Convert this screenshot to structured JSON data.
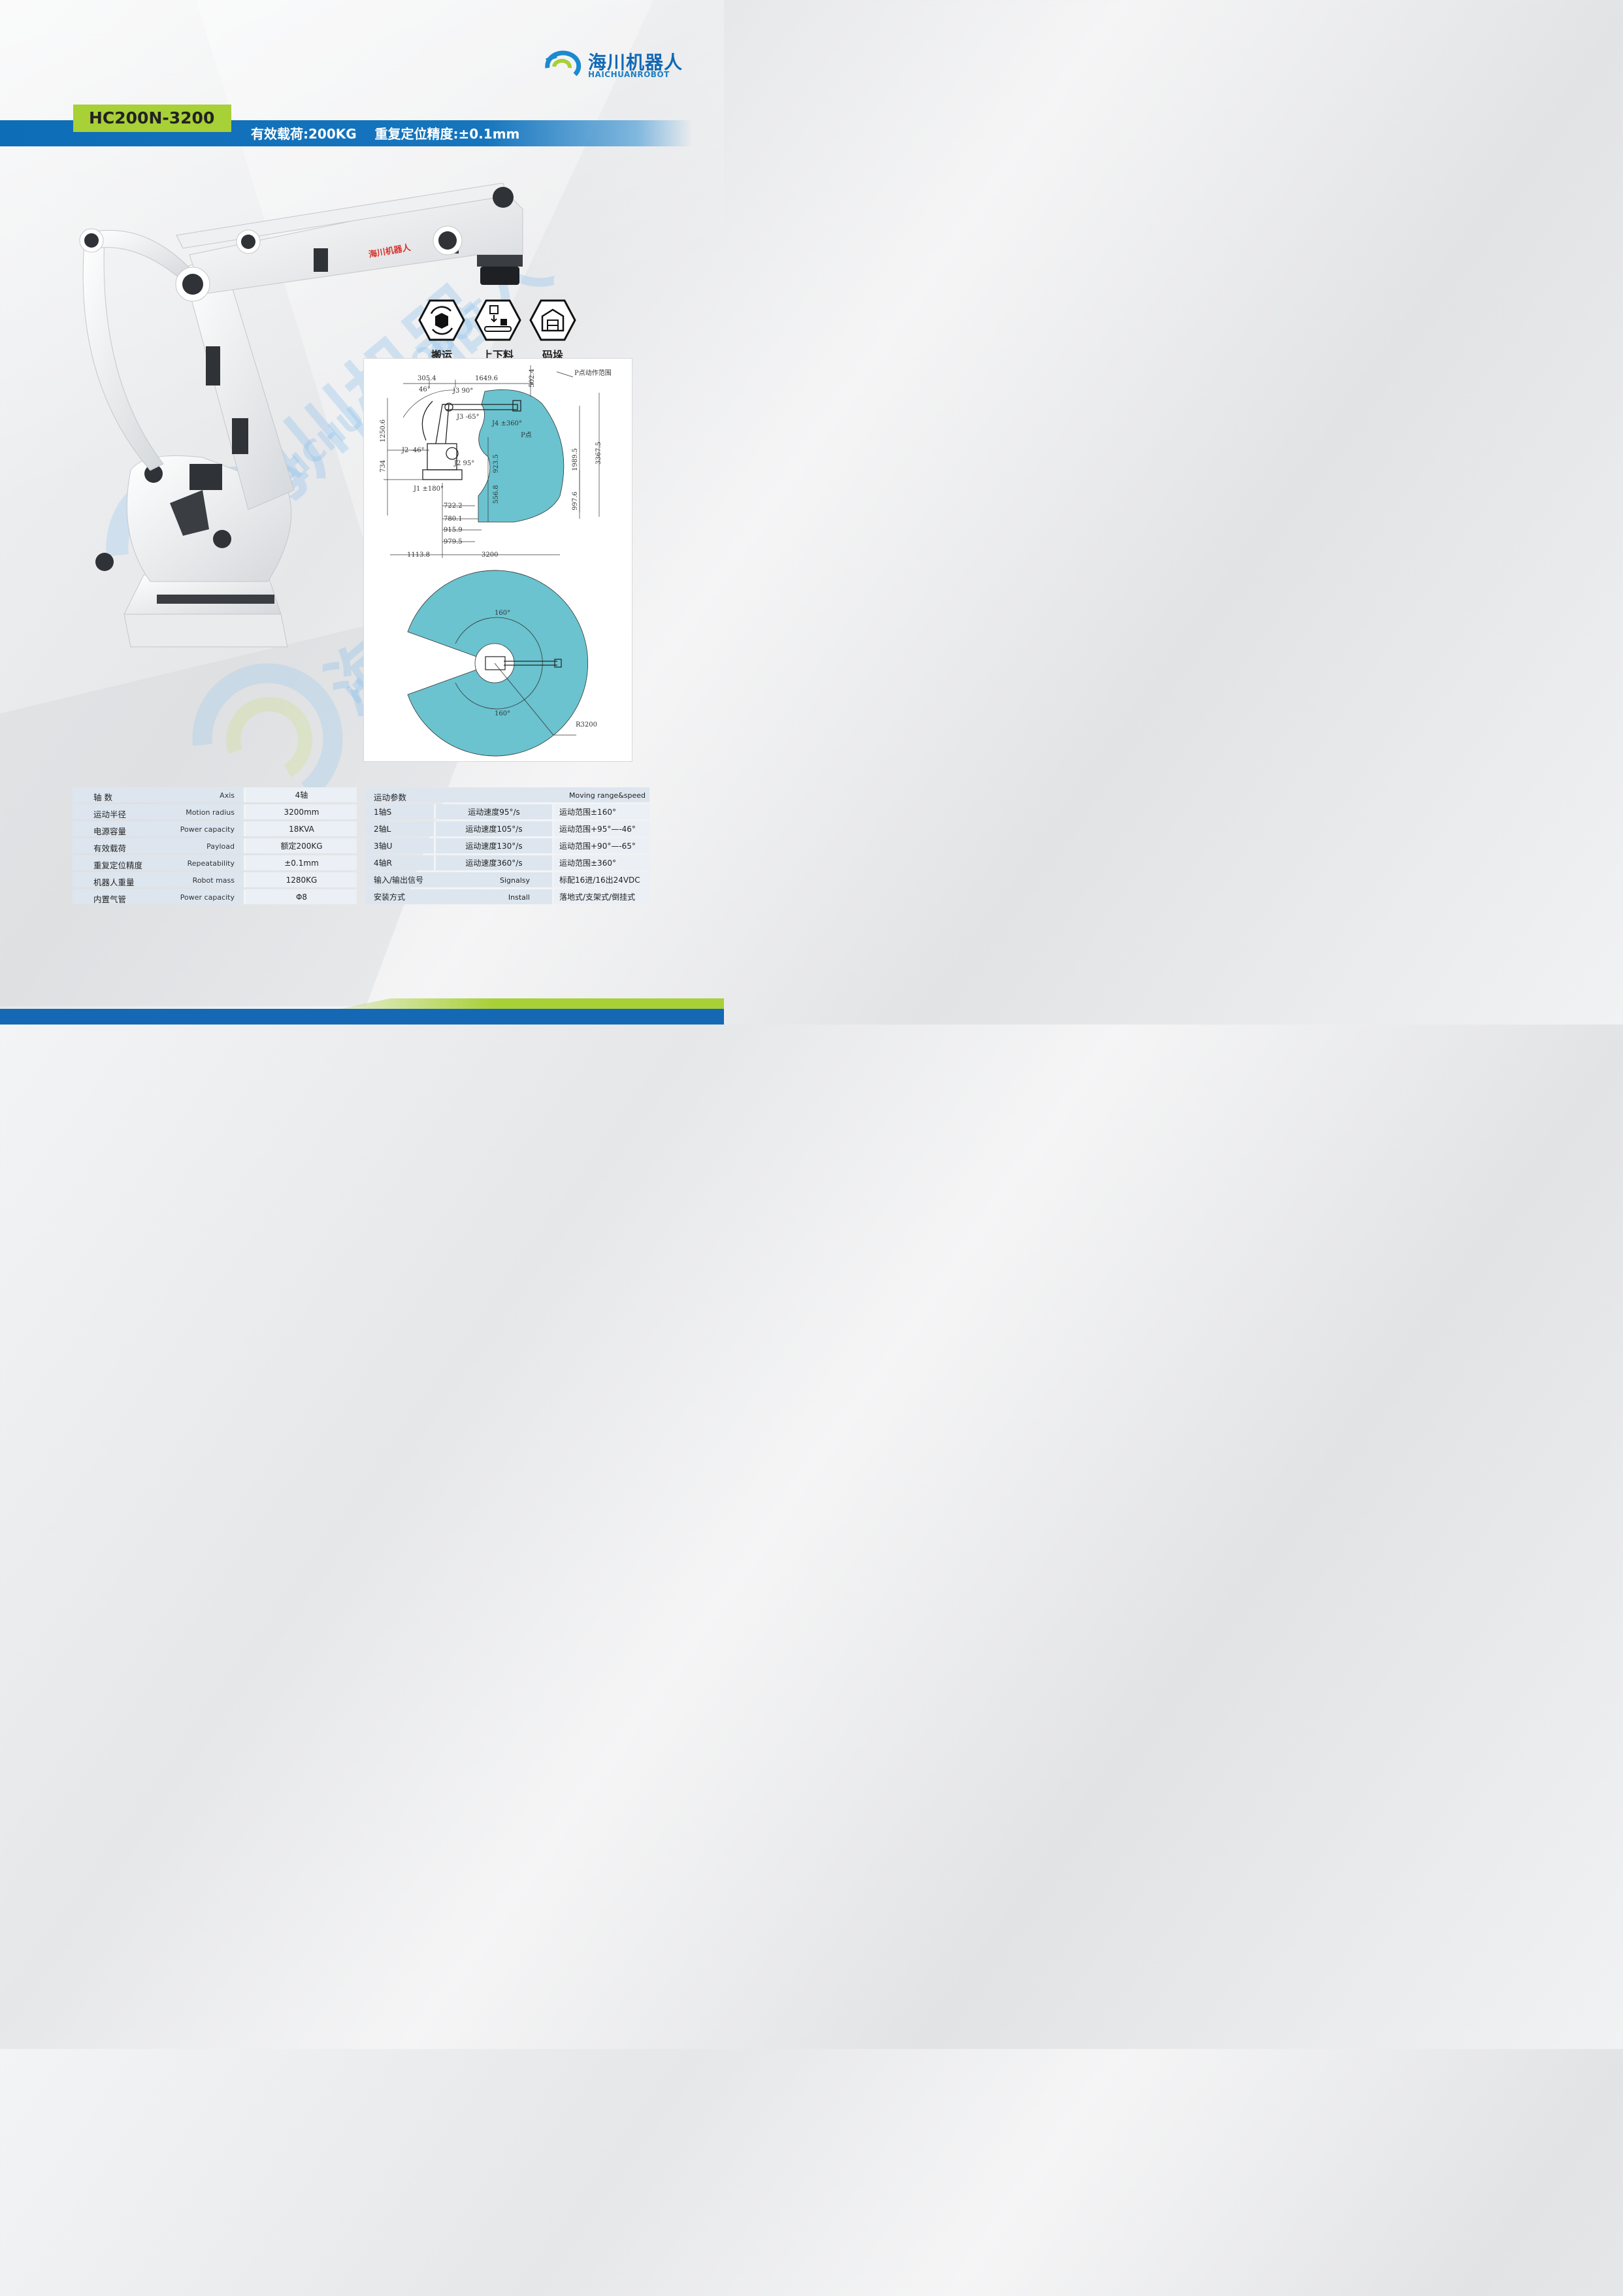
{
  "brand": {
    "name_cn": "海川机器人",
    "name_en": "HAICHUANROBOT"
  },
  "header": {
    "model": "HC200N-3200",
    "specs_line": "有效载荷:200KG    重复定位精度:±0.1mm"
  },
  "applications": [
    {
      "label": "搬运",
      "icon": "box-rotate-icon"
    },
    {
      "label": "上下料",
      "icon": "loading-conveyor-icon"
    },
    {
      "label": "码垛",
      "icon": "warehouse-stack-icon"
    }
  ],
  "side_view": {
    "caption": "P点动作范围",
    "point_label": "P点",
    "joints": {
      "j1": "J1 ±180°",
      "j2a": "J2 -46°",
      "j2b": "J2 95°",
      "j3a": "J3 90°",
      "j3b": "J3 -65°",
      "j4": "J4 ±360°"
    },
    "angle": "46°",
    "dims": {
      "d305": "305.4",
      "d1649": "1649.6",
      "d502": "502.4",
      "d1250": "1250.6",
      "d734": "734",
      "d923": "923.5",
      "d556": "556.8",
      "d1989": "1989.5",
      "d3367": "3367.5",
      "d997": "997.6",
      "d722": "722.2",
      "d780": "780.1",
      "d915": "915.9",
      "d979": "979.5",
      "d1113": "1113.8",
      "d3200": "3200"
    }
  },
  "top_view": {
    "angle_top": "160°",
    "angle_bottom": "160°",
    "radius": "R3200"
  },
  "spec_table": [
    {
      "cn": "轴 数",
      "en": "Axis",
      "value": "4轴"
    },
    {
      "cn": "运动半径",
      "en": "Motion radius",
      "value": "3200mm"
    },
    {
      "cn": "电源容量",
      "en": "Power capacity",
      "value": "18KVA"
    },
    {
      "cn": "有效载荷",
      "en": "Payload",
      "value": "额定200KG"
    },
    {
      "cn": "重复定位精度",
      "en": "Repeatability",
      "value": "±0.1mm"
    },
    {
      "cn": "机器人重量",
      "en": "Robot mass",
      "value": "1280KG"
    },
    {
      "cn": "内置气管",
      "en": "Power capacity",
      "value": "Φ8"
    }
  ],
  "motion_table": {
    "header_cn": "运动参数",
    "header_en": "Moving range&speed",
    "axes": [
      {
        "axis": "1轴S",
        "speed": "运动速度95°/s",
        "range": "运动范围±160°"
      },
      {
        "axis": "2轴L",
        "speed": "运动速度105°/s",
        "range": "运动范围+95°—-46°"
      },
      {
        "axis": "3轴U",
        "speed": "运动速度130°/s",
        "range": "运动范围+90°—-65°"
      },
      {
        "axis": "4轴R",
        "speed": "运动速度360°/s",
        "range": "运动范围±360°"
      }
    ],
    "io": {
      "cn": "输入/输出信号",
      "en": "Signalsy",
      "value": "标配16进/16出24VDC"
    },
    "install": {
      "cn": "安装方式",
      "en": "Install",
      "value": "落地式/支架式/倒挂式"
    }
  },
  "colors": {
    "brand_blue": "#1268b5",
    "accent_green": "#a8d037",
    "workspace_teal": "#6ac3cf"
  }
}
